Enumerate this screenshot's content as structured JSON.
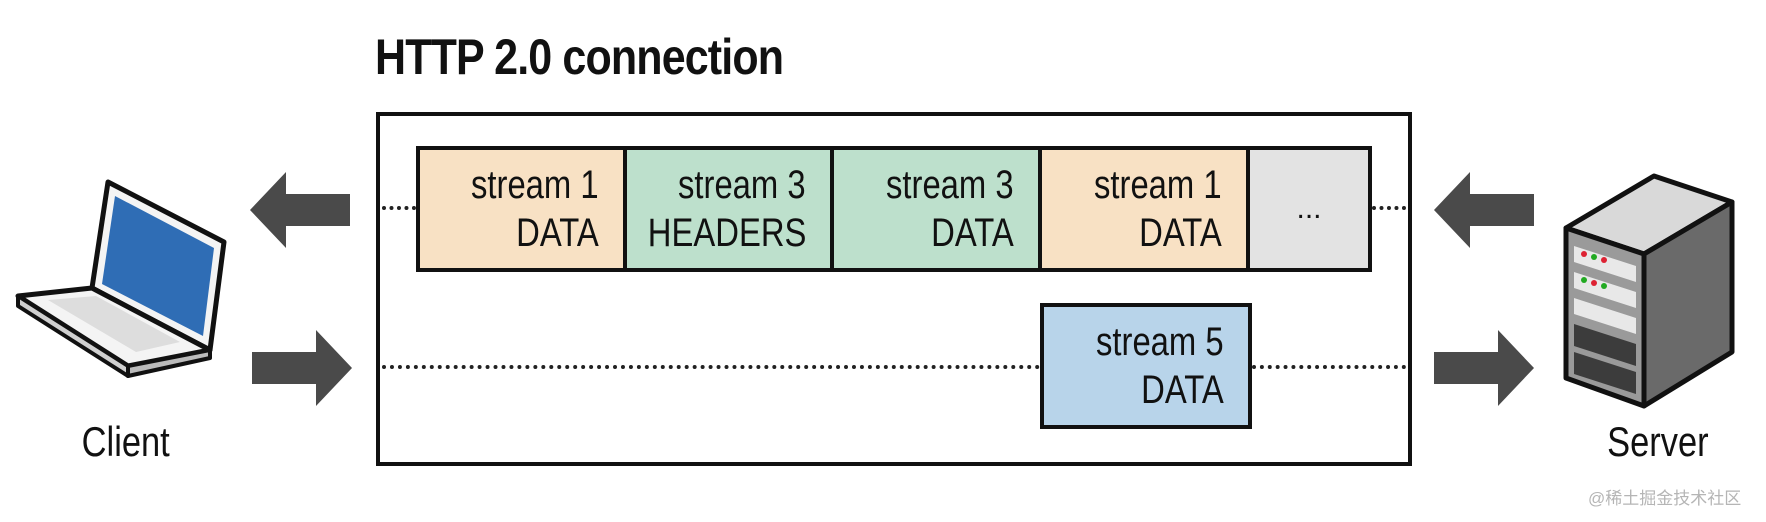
{
  "title": "HTTP 2.0 connection",
  "client_label": "Client",
  "server_label": "Server",
  "watermark": "@稀土掘金技术社区",
  "lane1_frames": [
    {
      "line1": "stream 1",
      "line2": "DATA",
      "color": "#f8e1c4"
    },
    {
      "line1": "stream 3",
      "line2": "HEADERS",
      "color": "#bde0cc"
    },
    {
      "line1": "stream 3",
      "line2": "DATA",
      "color": "#bde0cc"
    },
    {
      "line1": "stream 1",
      "line2": "DATA",
      "color": "#f8e1c4"
    },
    {
      "line1": "...",
      "line2": "",
      "color": "#e3e3e3"
    }
  ],
  "lane2_frames": [
    {
      "line1": "stream 5",
      "line2": "DATA",
      "color": "#b8d4ea"
    }
  ],
  "icons": {
    "client": "laptop-icon",
    "server": "server-icon",
    "arrows": [
      "arrow-left-icon",
      "arrow-right-icon"
    ]
  },
  "colors": {
    "arrow": "#4a4a4a",
    "laptop_screen": "#2f6db5"
  }
}
